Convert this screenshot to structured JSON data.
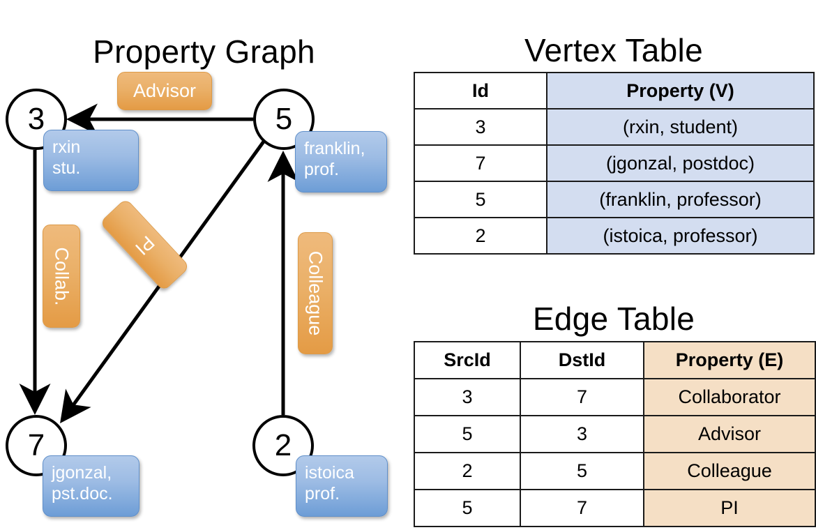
{
  "titles": {
    "property_graph": "Property Graph",
    "vertex_table": "Vertex Table",
    "edge_table": "Edge Table"
  },
  "graph": {
    "nodes": [
      {
        "id": "3",
        "property_line1": "rxin",
        "property_line2": "stu."
      },
      {
        "id": "5",
        "property_line1": "franklin,",
        "property_line2": "prof."
      },
      {
        "id": "7",
        "property_line1": "jgonzal,",
        "property_line2": "pst.doc."
      },
      {
        "id": "2",
        "property_line1": "istoica",
        "property_line2": "prof."
      }
    ],
    "edge_labels": {
      "advisor": "Advisor",
      "collab": "Collab.",
      "pi": "PI",
      "colleague": "Colleague"
    },
    "colors": {
      "node_stroke": "#000000",
      "vertex_box_fill": "#9dbce4",
      "edge_box_fill": "#eab068",
      "edge_line": "#000000"
    }
  },
  "vertex_table": {
    "headers": [
      "Id",
      "Property (V)"
    ],
    "rows": [
      {
        "id": "3",
        "property": "(rxin, student)"
      },
      {
        "id": "7",
        "property": "(jgonzal, postdoc)"
      },
      {
        "id": "5",
        "property": "(franklin, professor)"
      },
      {
        "id": "2",
        "property": "(istoica, professor)"
      }
    ],
    "colors": {
      "property_cell": "#d3ddf0",
      "id_cell": "#ffffff"
    }
  },
  "edge_table": {
    "headers": [
      "SrcId",
      "DstId",
      "Property (E)"
    ],
    "rows": [
      {
        "src": "3",
        "dst": "7",
        "property": "Collaborator"
      },
      {
        "src": "5",
        "dst": "3",
        "property": "Advisor"
      },
      {
        "src": "2",
        "dst": "5",
        "property": "Colleague"
      },
      {
        "src": "5",
        "dst": "7",
        "property": "PI"
      }
    ],
    "colors": {
      "property_cell": "#f5dfc5",
      "id_cell": "#ffffff"
    }
  }
}
